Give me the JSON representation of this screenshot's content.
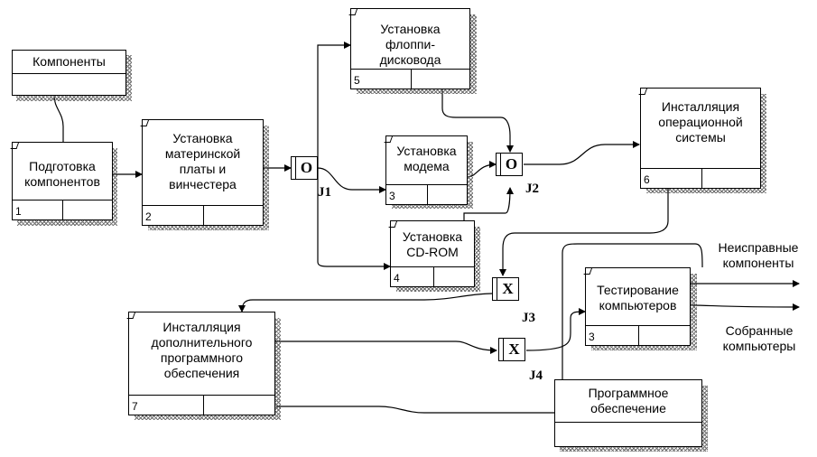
{
  "components_box": {
    "title": "Компоненты"
  },
  "prep_box": {
    "title": "Подготовка компонентов",
    "number": "1"
  },
  "mb_box": {
    "title": "Установка материнской платы и винчестера",
    "number": "2"
  },
  "floppy_box": {
    "title": "Установка флоппи-дисковода",
    "number": "5"
  },
  "modem_box": {
    "title": "Установка модема",
    "number": "3"
  },
  "cdrom_box": {
    "title": "Установка CD-ROM",
    "number": "4"
  },
  "os_box": {
    "title": "Инсталляция операционной системы",
    "number": "6"
  },
  "test_box": {
    "title": "Тестирование компьютеров",
    "number": "3"
  },
  "software_install_box": {
    "title": "Инсталляция дополнительного программного обеспечения",
    "number": "7"
  },
  "software_box": {
    "title": "Программное обеспечение"
  },
  "junctions": {
    "j1": {
      "symbol": "O",
      "label": "J1"
    },
    "j2": {
      "symbol": "O",
      "label": "J2"
    },
    "j3": {
      "symbol": "X",
      "label": "J3"
    },
    "j4": {
      "symbol": "X",
      "label": "J4"
    }
  },
  "outputs": {
    "faulty": "Неисправные компоненты",
    "assembled": "Собранные компьютеры"
  }
}
